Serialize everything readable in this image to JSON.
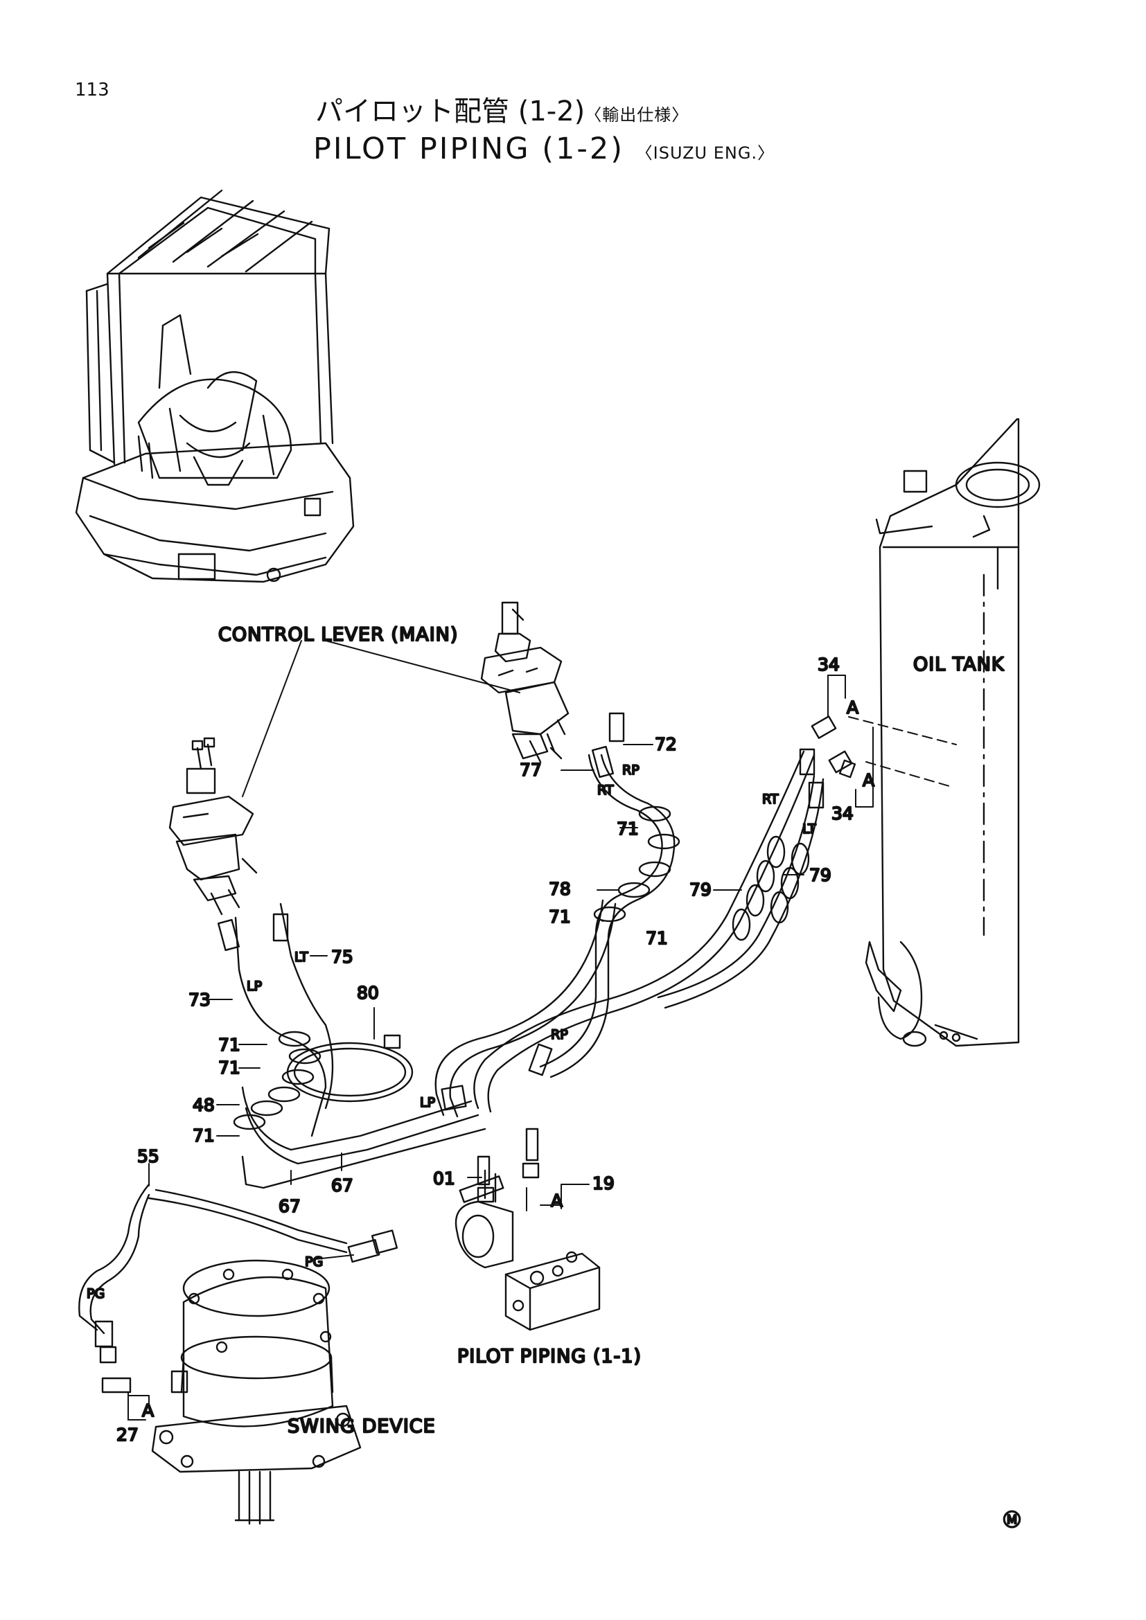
{
  "page_number": "113",
  "title_jp": {
    "main": "パイロット配管 (1-2)",
    "note": "〈輸出仕様〉"
  },
  "title_en": {
    "main": "PILOT PIPING (1-2)",
    "note": "〈ISUZU ENG.〉"
  },
  "components": {
    "control_lever": "CONTROL LEVER (MAIN)",
    "oil_tank": "OIL TANK",
    "pilot_piping": "PILOT PIPING (1-1)",
    "swing_device": "SWING DEVICE"
  },
  "part_numbers": {
    "p34a": "34",
    "p34b": "34",
    "p72": "72",
    "p77": "77",
    "p71a": "71",
    "p71b": "71",
    "p71c": "71",
    "p71d": "71",
    "p71e": "71",
    "p71f": "71",
    "p78": "78",
    "p79a": "79",
    "p79b": "79",
    "p75": "75",
    "p73": "73",
    "p80": "80",
    "p48": "48",
    "p55": "55",
    "p67a": "67",
    "p67b": "67",
    "p01": "01",
    "p19": "19",
    "p27": "27"
  },
  "hose_codes": {
    "rp1": "RP",
    "rt1": "RT",
    "rt2": "RT",
    "lt1": "LT",
    "lt2": "LT",
    "lp1": "LP",
    "lp2": "LP",
    "rp2": "RP",
    "pg1": "PG",
    "pg2": "PG"
  },
  "callouts": {
    "a1": "A",
    "a2": "A",
    "a3": "A",
    "a4": "A"
  },
  "mark": "Ⓜ"
}
